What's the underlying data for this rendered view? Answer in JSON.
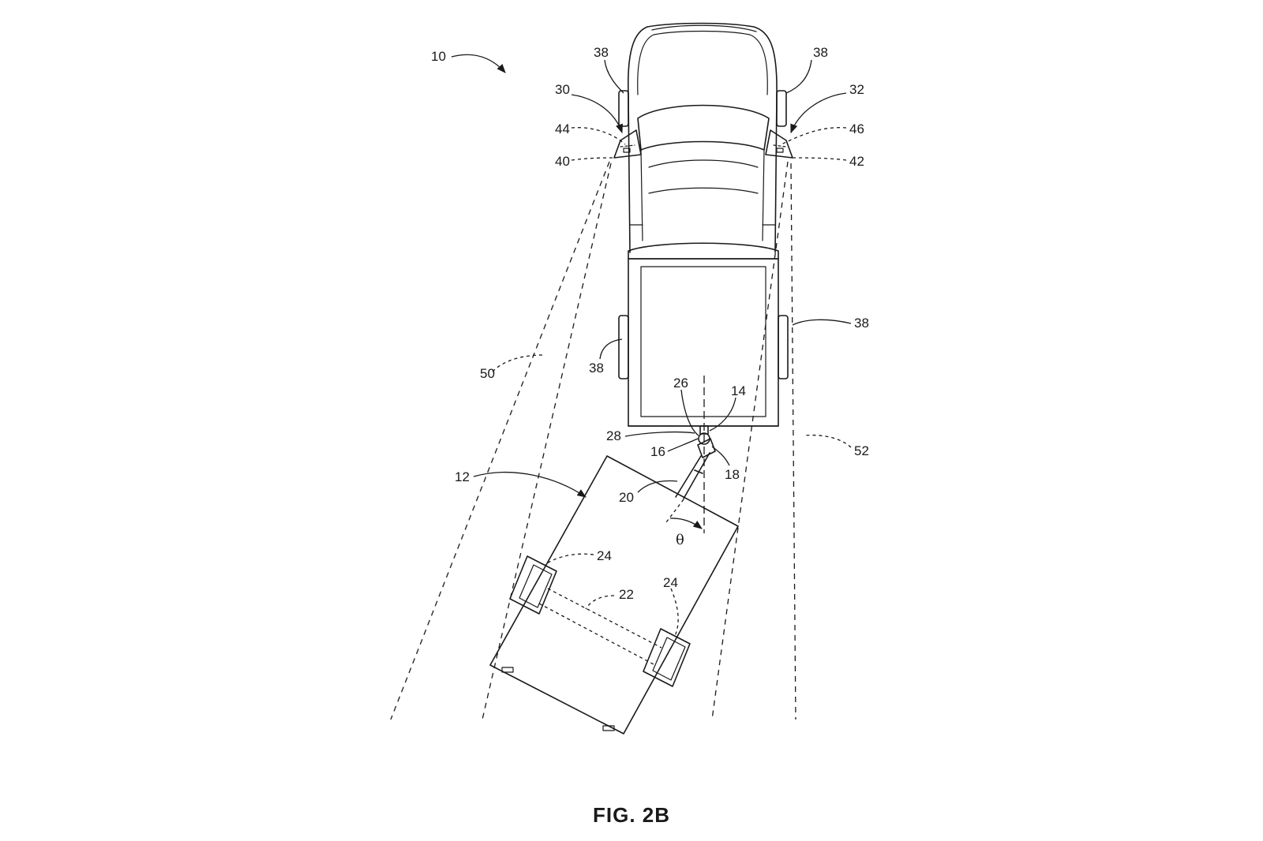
{
  "figure": {
    "caption": "FIG. 2B",
    "angle_symbol": "θ"
  },
  "labels": {
    "l10": "10",
    "l12": "12",
    "l14": "14",
    "l16": "16",
    "l18": "18",
    "l20": "20",
    "l22": "22",
    "l24a": "24",
    "l24b": "24",
    "l26": "26",
    "l28": "28",
    "l30": "30",
    "l32": "32",
    "l38a": "38",
    "l38b": "38",
    "l38c": "38",
    "l38d": "38",
    "l40": "40",
    "l42": "42",
    "l44": "44",
    "l46": "46",
    "l50": "50",
    "l52": "52"
  }
}
